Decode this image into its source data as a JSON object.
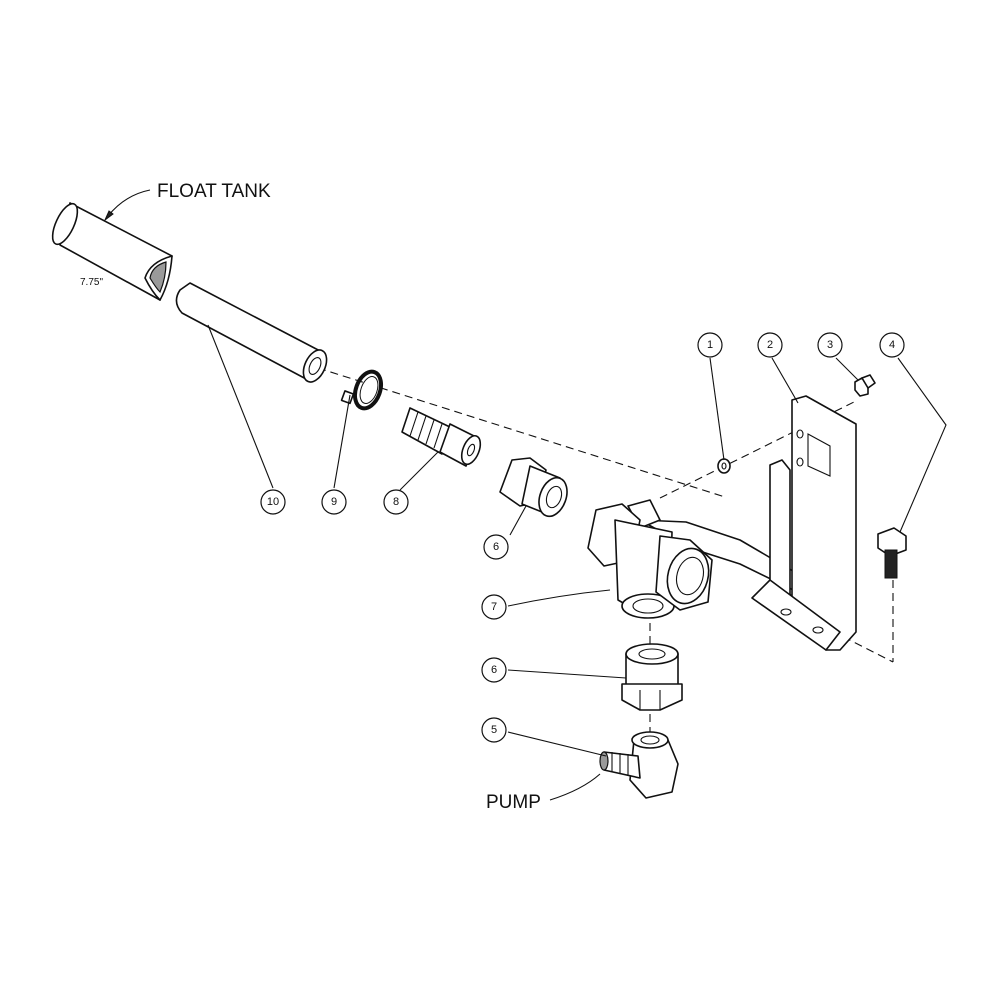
{
  "labels": {
    "float_tank": "FLOAT TANK",
    "pump": "PUMP",
    "dimension": "7.75\""
  },
  "callouts": [
    {
      "id": "1",
      "text": "1"
    },
    {
      "id": "2",
      "text": "2"
    },
    {
      "id": "3",
      "text": "3"
    },
    {
      "id": "4",
      "text": "4"
    },
    {
      "id": "5",
      "text": "5"
    },
    {
      "id": "6a",
      "text": "6"
    },
    {
      "id": "6b",
      "text": "6"
    },
    {
      "id": "7",
      "text": "7"
    },
    {
      "id": "8",
      "text": "8"
    },
    {
      "id": "9",
      "text": "9"
    },
    {
      "id": "10",
      "text": "10"
    }
  ]
}
